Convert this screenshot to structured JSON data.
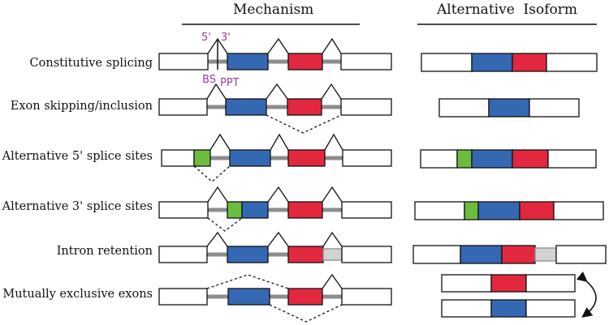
{
  "headers": {
    "mechanism": "Mechanism",
    "isoform": "Alternative  Isoform"
  },
  "site_labels": {
    "five_prime": "5'",
    "three_prime": "3'",
    "branch_site": "BS",
    "ppt": "PPT"
  },
  "rows": [
    {
      "label": "Constitutive splicing"
    },
    {
      "label": "Exon skipping/inclusion"
    },
    {
      "label": "Alternative 5' splice sites"
    },
    {
      "label": "Alternative 3' splice sites"
    },
    {
      "label": "Intron retention"
    },
    {
      "label": "Mutually exclusive exons"
    }
  ],
  "colors": {
    "blue_exon": "#3468b3",
    "red_exon": "#e2283e",
    "green_exon": "#6cbd3f",
    "intron": "#8c8c8c",
    "retained_intron": "#d3d3d3",
    "site_label": "#9b3f96",
    "outline": "#111111"
  }
}
